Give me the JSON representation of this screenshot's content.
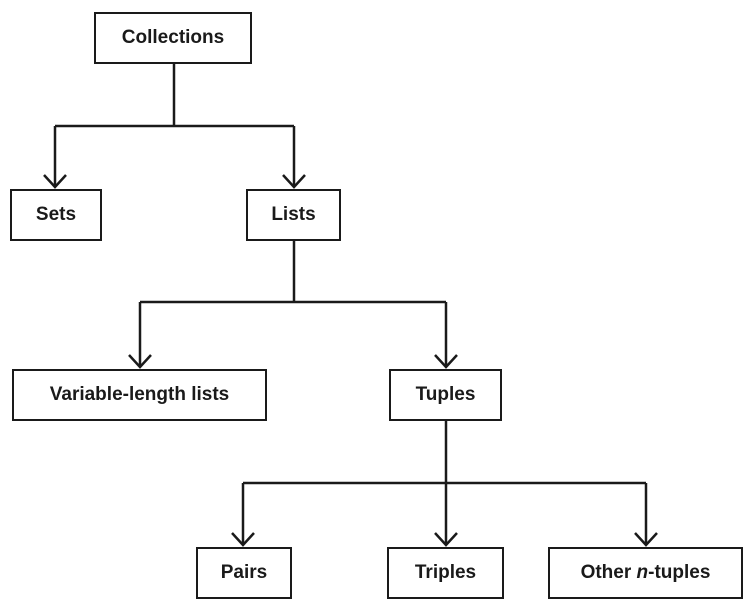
{
  "diagram": {
    "nodes": {
      "collections": "Collections",
      "sets": "Sets",
      "lists": "Lists",
      "variable_length_lists": "Variable-length lists",
      "tuples": "Tuples",
      "pairs": "Pairs",
      "triples": "Triples",
      "other_ntuples": {
        "prefix": "Other ",
        "italic": "n",
        "suffix": "-tuples"
      }
    },
    "edges": [
      {
        "from": "collections",
        "to": "sets"
      },
      {
        "from": "collections",
        "to": "lists"
      },
      {
        "from": "lists",
        "to": "variable_length_lists"
      },
      {
        "from": "lists",
        "to": "tuples"
      },
      {
        "from": "tuples",
        "to": "pairs"
      },
      {
        "from": "tuples",
        "to": "triples"
      },
      {
        "from": "tuples",
        "to": "other_ntuples"
      }
    ],
    "line_color": "#1a1a1a"
  }
}
